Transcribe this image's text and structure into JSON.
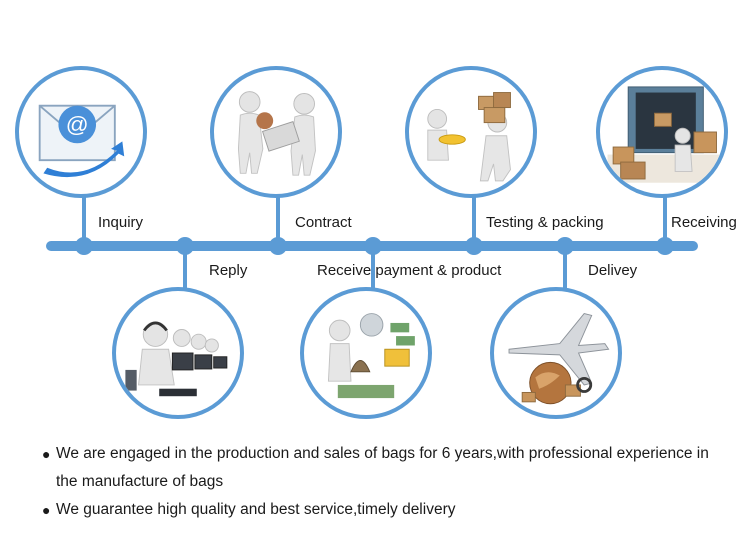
{
  "steps": {
    "inquiry": {
      "label": "Inquiry",
      "icon": "email-envelope-icon"
    },
    "reply": {
      "label": "Reply",
      "icon": "customer-service-team-icon"
    },
    "contract": {
      "label": "Contract",
      "icon": "handshake-contract-icon"
    },
    "payment": {
      "label": "Receive payment & product",
      "icon": "money-payment-icon"
    },
    "testing": {
      "label": "Testing & packing",
      "icon": "packing-boxes-icon"
    },
    "delivery": {
      "label": "Delivey",
      "icon": "airplane-globe-icon"
    },
    "receiving": {
      "label": "Receiving",
      "icon": "container-boxes-icon"
    }
  },
  "notes": {
    "bullet": "●",
    "items": [
      "We are engaged in the production and sales of bags for 6 years,with professional experience in the manufacture of bags",
      "We guarantee high quality and best service,timely delivery"
    ]
  },
  "colors": {
    "accent": "#5b9bd5",
    "text": "#1a1a1a"
  }
}
